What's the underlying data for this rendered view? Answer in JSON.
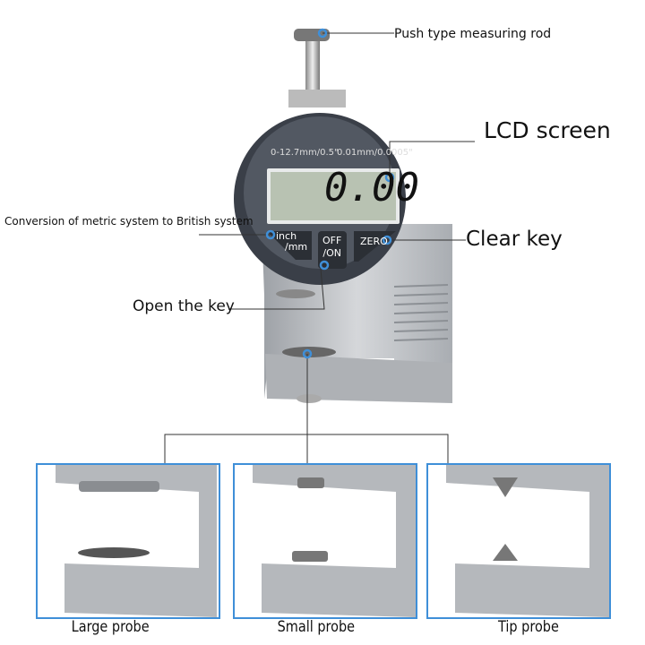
{
  "annotations": {
    "rod": "Push type measuring rod",
    "lcd": "LCD screen",
    "conversion": "Conversion of metric system to British system",
    "clear": "Clear key",
    "open": "Open the key"
  },
  "gauge": {
    "range_text": "0-12.7mm/0.5\"",
    "resolution_text": "0.01mm/0.0005\"",
    "reading": "0.00",
    "buttons": {
      "inch_mm_1": "inch",
      "inch_mm_2": "/mm",
      "off_on_1": "OFF",
      "off_on_2": "/ON",
      "zero": "ZERO"
    }
  },
  "probes": [
    {
      "label": "Large probe",
      "type": "large"
    },
    {
      "label": "Small probe",
      "type": "small"
    },
    {
      "label": "Tip probe",
      "type": "tip"
    }
  ],
  "colors": {
    "accent": "#3f8fd8",
    "lcd": "#b8c2b2",
    "body": "#3a3f48",
    "metal": "#b9bcc0"
  }
}
